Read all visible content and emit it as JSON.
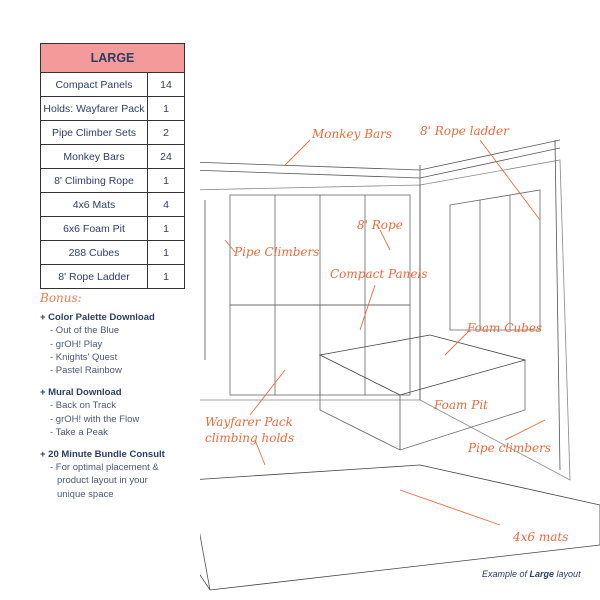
{
  "table": {
    "header": "LARGE",
    "rows": [
      {
        "item": "Compact Panels",
        "qty": "14"
      },
      {
        "item": "Holds: Wayfarer Pack",
        "qty": "1"
      },
      {
        "item": "Pipe Climber Sets",
        "qty": "2"
      },
      {
        "item": "Monkey Bars",
        "qty": "24"
      },
      {
        "item": "8' Climbing Rope",
        "qty": "1"
      },
      {
        "item": "4x6 Mats",
        "qty": "4"
      },
      {
        "item": "6x6 Foam Pit",
        "qty": "1"
      },
      {
        "item": "288 Cubes",
        "qty": "1"
      },
      {
        "item": "8' Rope Ladder",
        "qty": "1"
      }
    ]
  },
  "bonus": {
    "title": "Bonus:",
    "groups": [
      {
        "label": "+ Color Palette Download",
        "items": [
          "- Out of the Blue",
          "- grOH! Play",
          "- Knights' Quest",
          "- Pastel Rainbow"
        ]
      },
      {
        "label": "+ Mural Download",
        "items": [
          "- Back on Track",
          "- grOH! with the Flow",
          "- Take a Peak"
        ]
      },
      {
        "label": "+ 20 Minute Bundle Consult",
        "items": [
          "- For optimal placement &",
          "product layout in your",
          "unique space"
        ]
      }
    ]
  },
  "annotations": {
    "monkey_bars": "Monkey Bars",
    "rope_ladder": "8' Rope ladder",
    "pipe_climbers_left": "Pipe Climbers",
    "rope": "8' Rope",
    "compact_panels": "Compact Panels",
    "foam_cubes": "Foam Cubes",
    "foam_pit": "Foam Pit",
    "wayfarer_1": "Wayfarer Pack",
    "wayfarer_2": "climbing holds",
    "pipe_climbers_right": "Pipe climbers",
    "mats": "4x6 mats"
  },
  "caption": {
    "prefix": "Example of ",
    "bold": "Large",
    "suffix": " layout"
  },
  "colors": {
    "header": "#f59a9a",
    "annotation": "#ee6a3a",
    "text": "#2c3e66"
  }
}
